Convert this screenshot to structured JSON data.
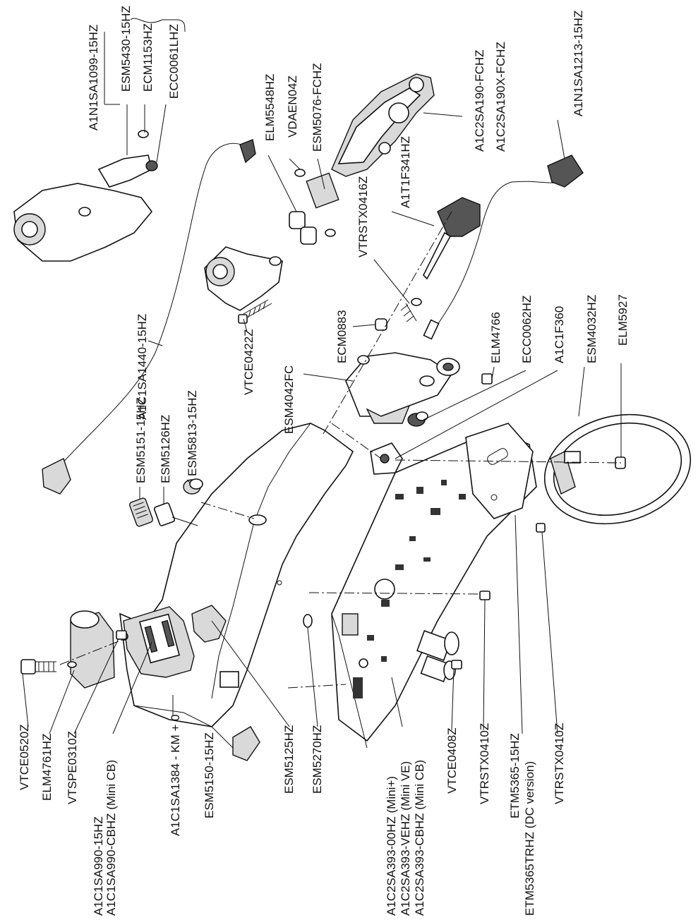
{
  "diagram": {
    "labels": [
      "A1N1SA1099-15HZ",
      "ESM5430-15HZ",
      "ECM1153HZ",
      "ECC0061LHZ",
      "ELM5548HZ",
      "VDAEN04Z",
      "ESM5076-FCHZ",
      "A1C2SA190-FCHZ",
      "A1C2SA190X-FCHZ",
      "A1N1SA1213-15HZ",
      "A1T1F341HZ",
      "VTRSTX0416Z",
      "ELM4766",
      "ECC0062HZ",
      "A1C1F360",
      "ESM4032HZ",
      "ELM5927",
      "A1C1SA1440-15HZ",
      "ECM0883",
      "ESM4042FC",
      "VTCE0422Z",
      "ESM5151-15HZ",
      "ESM5126HZ",
      "ESM5813-15HZ",
      "VTCE0520Z",
      "ELM4761HZ",
      "VTSPE0310Z",
      "A1C1SA990-15HZ",
      "A1C1SA990-CBHZ (Mini CB)",
      "A1C1SA1384 - KM + 0",
      "ESM5150-15HZ",
      "ESM5125HZ",
      "ESM5270HZ",
      "A1C2SA393-00HZ (Mini+)",
      "A1C2SA393-VEHZ (Mini VE)",
      "A1C2SA393-CBHZ (Mini CB)",
      "VTCE0408Z",
      "VTRSTX0410Z",
      "ETM5365-15HZ",
      "ETM5365TRHZ (DC version)",
      "VTRSTX0410Z"
    ]
  }
}
